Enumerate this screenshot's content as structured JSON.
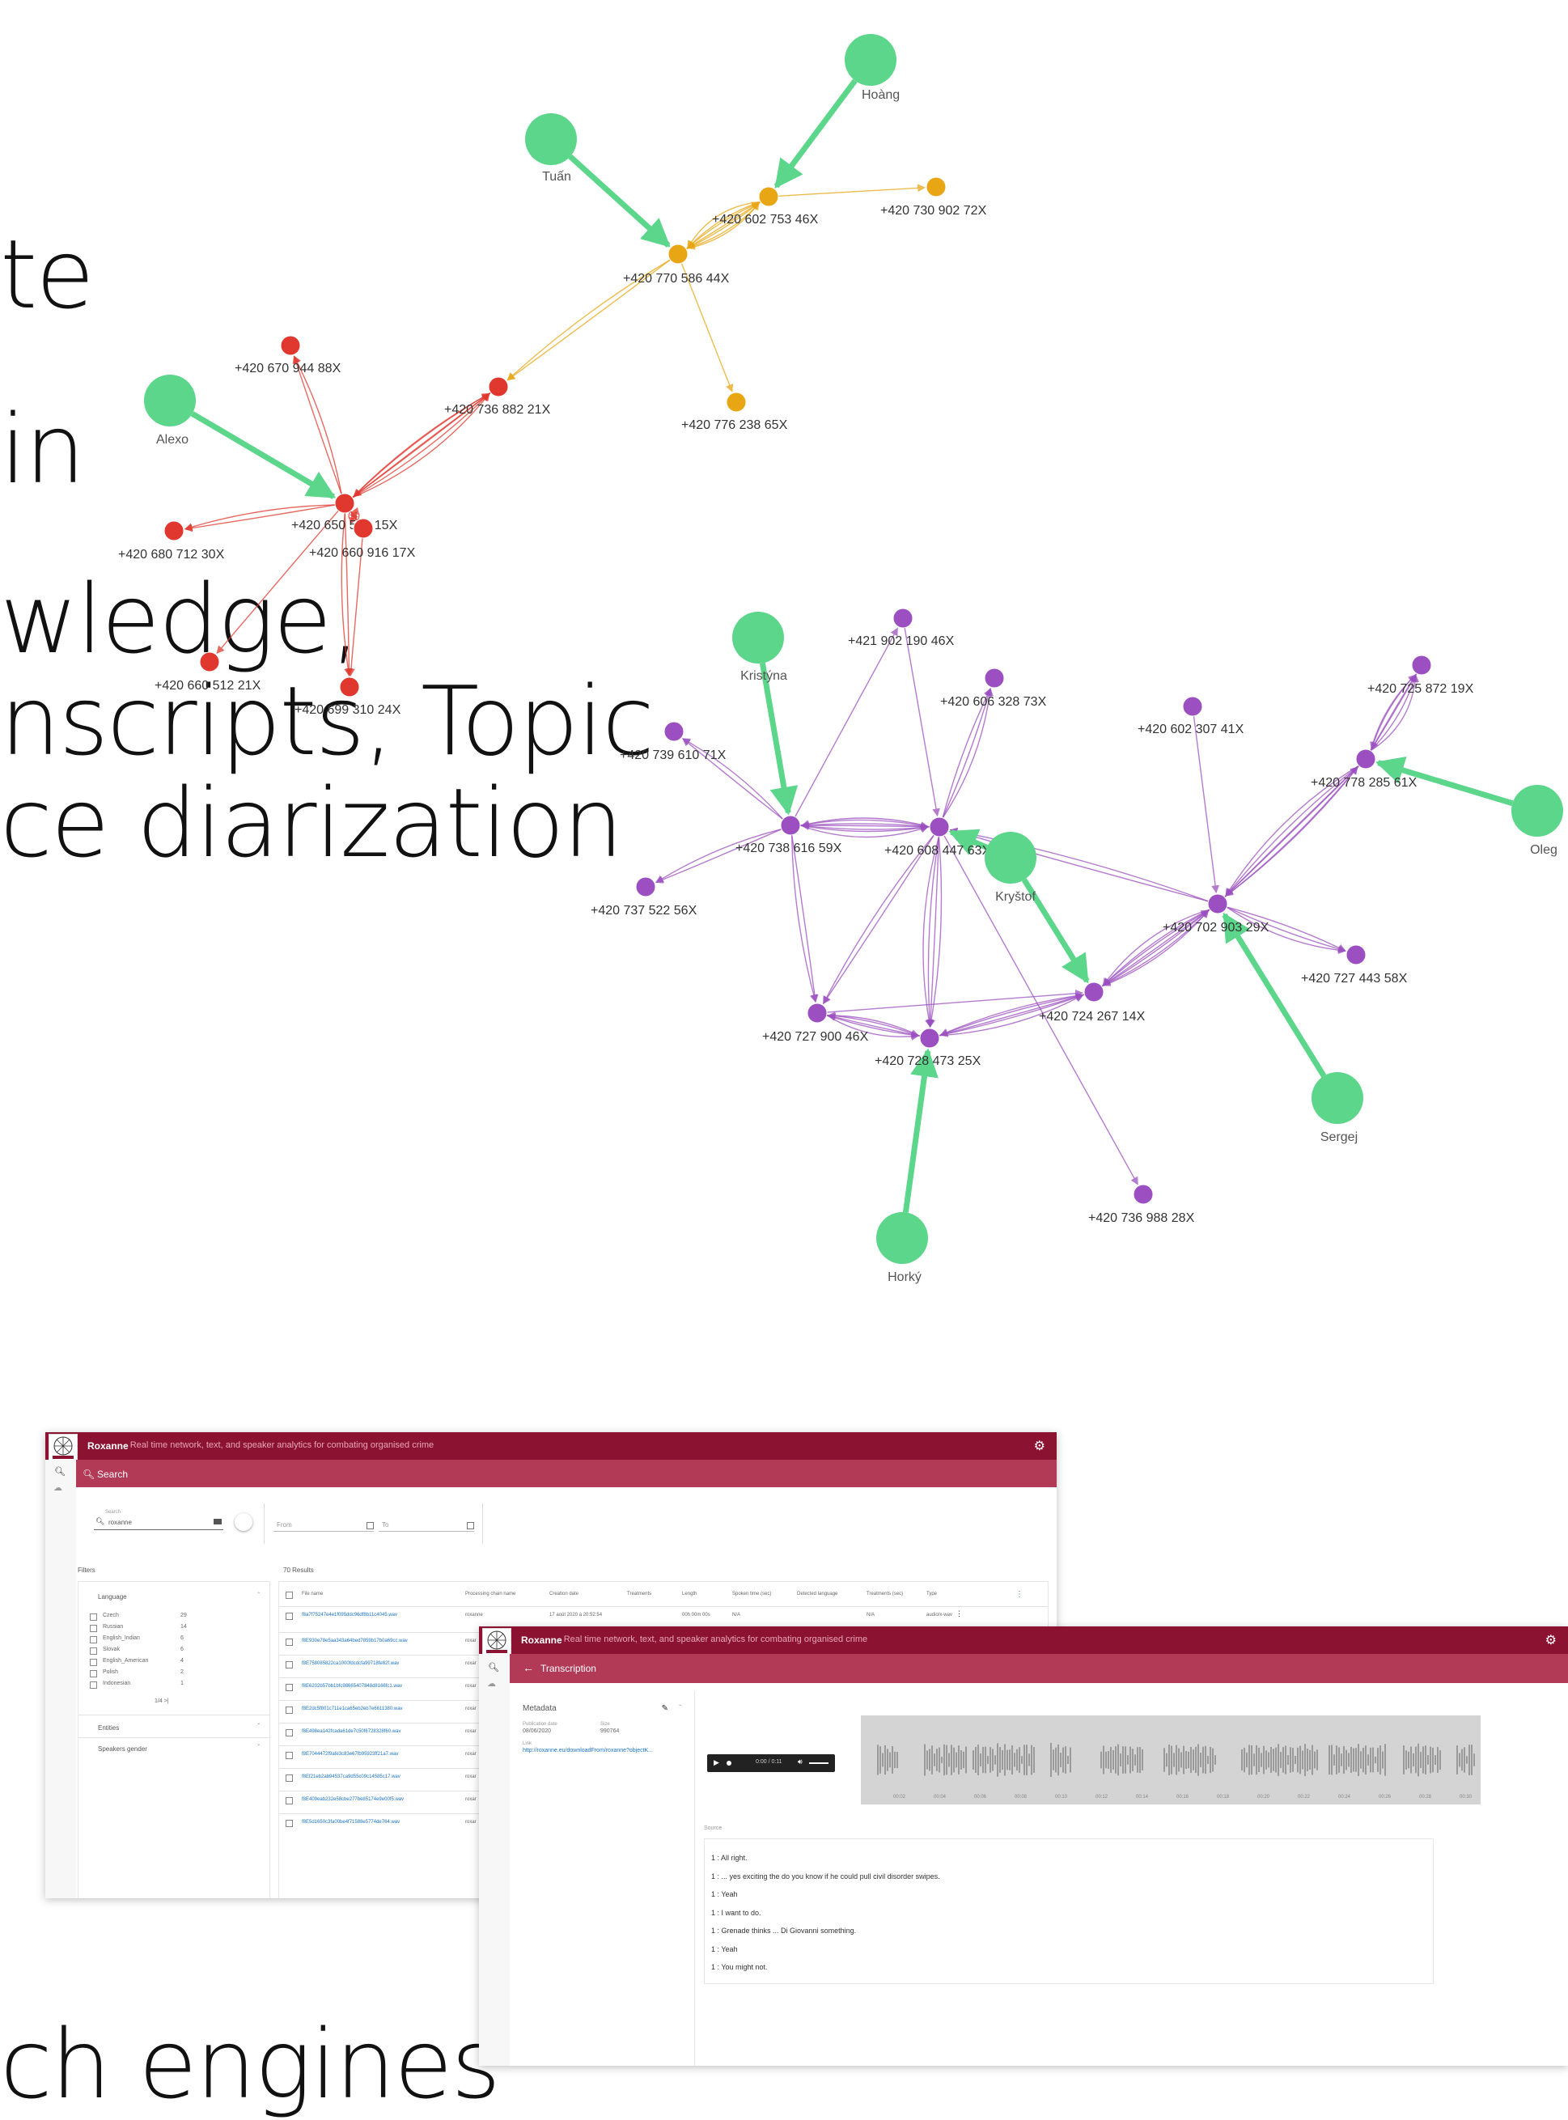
{
  "background_text": [
    "te",
    "in",
    "wledge,",
    "nscripts, Topic",
    "ce diarization",
    "ch engines"
  ],
  "colors": {
    "person": "#5bd68b",
    "cluster_orange": "#e8a614",
    "cluster_red": "#e0372e",
    "cluster_purple": "#9b4fc0",
    "brand": "#8b1230",
    "brand_light": "#b33a57"
  },
  "graph": {
    "persons": [
      {
        "id": "hoang",
        "label": "Hoàng"
      },
      {
        "id": "tuan",
        "label": "Tuấn"
      },
      {
        "id": "alexo",
        "label": "Alexo"
      },
      {
        "id": "kristyna",
        "label": "Kristýna"
      },
      {
        "id": "krystof",
        "label": "Kryštof"
      },
      {
        "id": "oleg",
        "label": "Oleg"
      },
      {
        "id": "sergej",
        "label": "Sergej"
      },
      {
        "id": "horky",
        "label": "Horký"
      }
    ],
    "phones": [
      {
        "id": "o1",
        "label": "+420 602 753 46X",
        "cluster": "orange"
      },
      {
        "id": "o2",
        "label": "+420 730 902 72X",
        "cluster": "orange"
      },
      {
        "id": "o3",
        "label": "+420 770 586 44X",
        "cluster": "orange"
      },
      {
        "id": "o4",
        "label": "+420 776 238 65X",
        "cluster": "orange"
      },
      {
        "id": "r1",
        "label": "+420 670 944 88X",
        "cluster": "red"
      },
      {
        "id": "r2",
        "label": "+420 736 882 21X",
        "cluster": "red"
      },
      {
        "id": "r3",
        "label": "+420 650 572 15X",
        "cluster": "red"
      },
      {
        "id": "r4",
        "label": "+420 680 712 30X",
        "cluster": "red"
      },
      {
        "id": "r5",
        "label": "+420 660 916 17X",
        "cluster": "red"
      },
      {
        "id": "r6",
        "label": "+420 660 512 21X",
        "cluster": "red"
      },
      {
        "id": "r7",
        "label": "+420 699 310 24X",
        "cluster": "red"
      },
      {
        "id": "p1",
        "label": "+421 902 190 46X",
        "cluster": "purple"
      },
      {
        "id": "p2",
        "label": "+420 606 328 73X",
        "cluster": "purple"
      },
      {
        "id": "p3",
        "label": "+420 602 307 41X",
        "cluster": "purple"
      },
      {
        "id": "p4",
        "label": "+420 725 872 19X",
        "cluster": "purple"
      },
      {
        "id": "p5",
        "label": "+420 739 610 71X",
        "cluster": "purple"
      },
      {
        "id": "p6",
        "label": "+420 778 285 61X",
        "cluster": "purple"
      },
      {
        "id": "p7",
        "label": "+420 738 616 59X",
        "cluster": "purple"
      },
      {
        "id": "p8",
        "label": "+420 608 447 63X",
        "cluster": "purple"
      },
      {
        "id": "p9",
        "label": "+420 737 522 56X",
        "cluster": "purple"
      },
      {
        "id": "p10",
        "label": "+420 702 903 29X",
        "cluster": "purple"
      },
      {
        "id": "p11",
        "label": "+420 727 443 58X",
        "cluster": "purple"
      },
      {
        "id": "p12",
        "label": "+420 724 267 14X",
        "cluster": "purple"
      },
      {
        "id": "p13",
        "label": "+420 727 900 46X",
        "cluster": "purple"
      },
      {
        "id": "p14",
        "label": "+420 728 473 25X",
        "cluster": "purple"
      },
      {
        "id": "p15",
        "label": "+420 736 988 28X",
        "cluster": "purple"
      }
    ],
    "person_links": [
      [
        "hoang",
        "o1"
      ],
      [
        "tuan",
        "o3"
      ],
      [
        "alexo",
        "r3"
      ],
      [
        "kristyna",
        "p7"
      ],
      [
        "krystof",
        "p8"
      ],
      [
        "krystof",
        "p12"
      ],
      [
        "oleg",
        "p6"
      ],
      [
        "sergej",
        "p10"
      ],
      [
        "horky",
        "p14"
      ]
    ],
    "phone_links": [
      [
        "o1",
        "o3",
        4
      ],
      [
        "o3",
        "o1",
        3
      ],
      [
        "o1",
        "o2",
        1
      ],
      [
        "o3",
        "o4",
        1
      ],
      [
        "o3",
        "r2",
        2
      ],
      [
        "r3",
        "r1",
        2
      ],
      [
        "r3",
        "r2",
        4
      ],
      [
        "r2",
        "r3",
        2
      ],
      [
        "r3",
        "r4",
        2
      ],
      [
        "r3",
        "r5",
        2
      ],
      [
        "r5",
        "r3",
        2
      ],
      [
        "r3",
        "r6",
        1
      ],
      [
        "r3",
        "r7",
        2
      ],
      [
        "r5",
        "r7",
        1
      ],
      [
        "p7",
        "p1",
        1
      ],
      [
        "p7",
        "p5",
        2
      ],
      [
        "p7",
        "p9",
        2
      ],
      [
        "p7",
        "p8",
        4
      ],
      [
        "p8",
        "p7",
        3
      ],
      [
        "p8",
        "p2",
        3
      ],
      [
        "p1",
        "p8",
        1
      ],
      [
        "p7",
        "p13",
        2
      ],
      [
        "p8",
        "p13",
        2
      ],
      [
        "p8",
        "p14",
        4
      ],
      [
        "p13",
        "p14",
        3
      ],
      [
        "p14",
        "p13",
        2
      ],
      [
        "p14",
        "p12",
        3
      ],
      [
        "p12",
        "p14",
        2
      ],
      [
        "p10",
        "p12",
        4
      ],
      [
        "p12",
        "p10",
        3
      ],
      [
        "p10",
        "p8",
        2
      ],
      [
        "p10",
        "p11",
        3
      ],
      [
        "p3",
        "p10",
        1
      ],
      [
        "p6",
        "p4",
        4
      ],
      [
        "p4",
        "p6",
        2
      ],
      [
        "p6",
        "p10",
        4
      ],
      [
        "p10",
        "p6",
        2
      ],
      [
        "p8",
        "p15",
        1
      ],
      [
        "p13",
        "p12",
        1
      ]
    ]
  },
  "shot1": {
    "app_title": "Roxanne",
    "app_subtitle": " - Real time network, text, and speaker analytics for combating organised crime",
    "search_bar": "Search",
    "search_label": "Search",
    "search_value": "roxanne",
    "from": "From",
    "to": "To",
    "filters": "Filters",
    "results": "70 Results",
    "language_label": "Language",
    "languages": [
      {
        "name": "Czech",
        "count": "29"
      },
      {
        "name": "Russian",
        "count": "14"
      },
      {
        "name": "English_Indian",
        "count": "6"
      },
      {
        "name": "Slovak",
        "count": "6"
      },
      {
        "name": "English_American",
        "count": "4"
      },
      {
        "name": "Polish",
        "count": "2"
      },
      {
        "name": "Indonesian",
        "count": "1"
      }
    ],
    "pager": "1/4  >|",
    "entities": "Entities",
    "speakers_gender": "Speakers gender",
    "columns": [
      "File name",
      "Processing chain name",
      "Creation date",
      "Treatments",
      "Length",
      "Spoken time (sec)",
      "Detected language",
      "Treatments (sec)",
      "Type"
    ],
    "first_row": [
      "f8a7f75247e4e1f095ddc96df8b11c4045.wav",
      "roxanne",
      "17 août 2020 à 20:52:54",
      "",
      "00h 00m 00s",
      "N/A",
      "",
      "N/A",
      "audio/x-wav"
    ],
    "files": [
      "f8E930e78e5aa343a64bed7859b17b0a69cc.wav",
      "f8E758085822ca1000fdcdcfa99718fe82f.wav",
      "f8E6202b57bb1bfc98665407848d8166fc1.wav",
      "f8E2dc5f801c711e1ca65eb2eb7e6611380.wav",
      "f8E498ea142fcada61de7c50f6728328f60.wav",
      "f8E7044472f9afe3c83e67fb95923ff21a7.wav",
      "f8Ef21eb2ab94537ca9d55c09c14585c17.wav",
      "f8E409eab232e58cbe277be85174e9e00f5.wav",
      "f8E5d1650c3fa00be4f71588e5774de764.wav"
    ],
    "chain_short": "roxar"
  },
  "shot2": {
    "app_title": "Roxanne",
    "app_subtitle": " - Real time network, text, and speaker analytics for combating organised crime",
    "bar_title": "Transcription",
    "metadata": "Metadata",
    "pub_date_label": "Publication date",
    "pub_date": "08/06/2020",
    "size_label": "Size",
    "size": "990764",
    "link_label": "Link",
    "link": "http://roxanne.eu/downloadFrom/roxanne?objectK...",
    "player_time": "0:00 / 0:11",
    "timeline": [
      "00:02",
      "00:04",
      "00:06",
      "00:08",
      "00:10",
      "00:12",
      "00:14",
      "00:16",
      "00:18",
      "00:20",
      "00:22",
      "00:24",
      "00:26",
      "00:28",
      "00:30"
    ],
    "source": "Source",
    "lines": [
      "1 : All right.",
      "1 : ... yes exciting the do you know if he could pull civil disorder swipes.",
      "1 : Yeah",
      "1 : I want to do.",
      "1 : Grenade thinks ... Di Giovanni something.",
      "1 : Yeah",
      "1 : You might not."
    ]
  }
}
